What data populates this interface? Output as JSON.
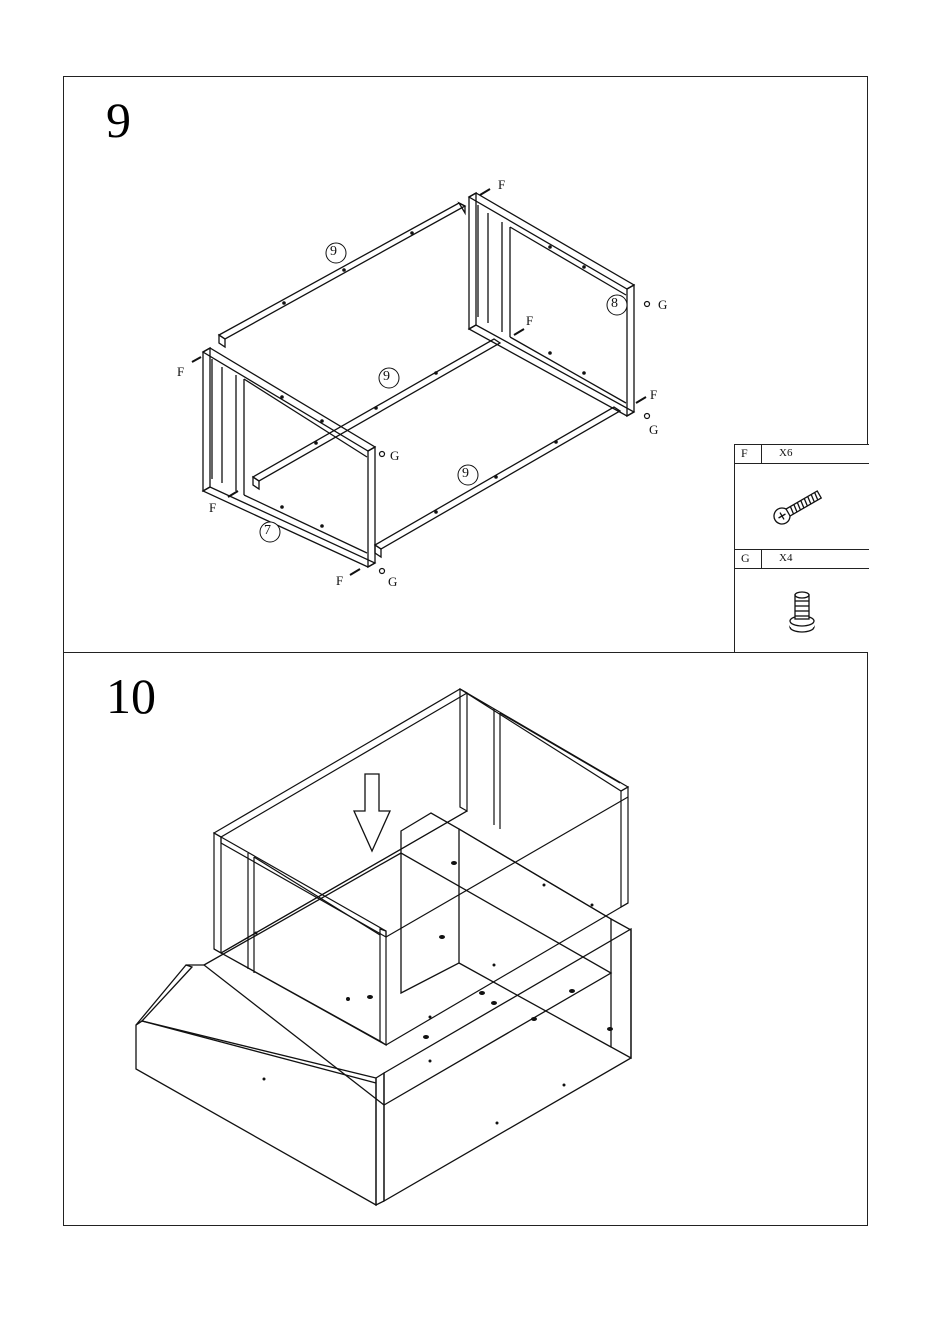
{
  "steps": [
    {
      "number": "9"
    },
    {
      "number": "10"
    }
  ],
  "part_labels": {
    "side_frame": "7",
    "other_side_frame": "8",
    "rail": "9"
  },
  "hardware_labels": {
    "screw": "F",
    "bolt": "G"
  },
  "legend": [
    {
      "letter": "F",
      "quantity": "X6",
      "icon": "screw-icon"
    },
    {
      "letter": "G",
      "quantity": "X4",
      "icon": "bolt-icon"
    }
  ]
}
